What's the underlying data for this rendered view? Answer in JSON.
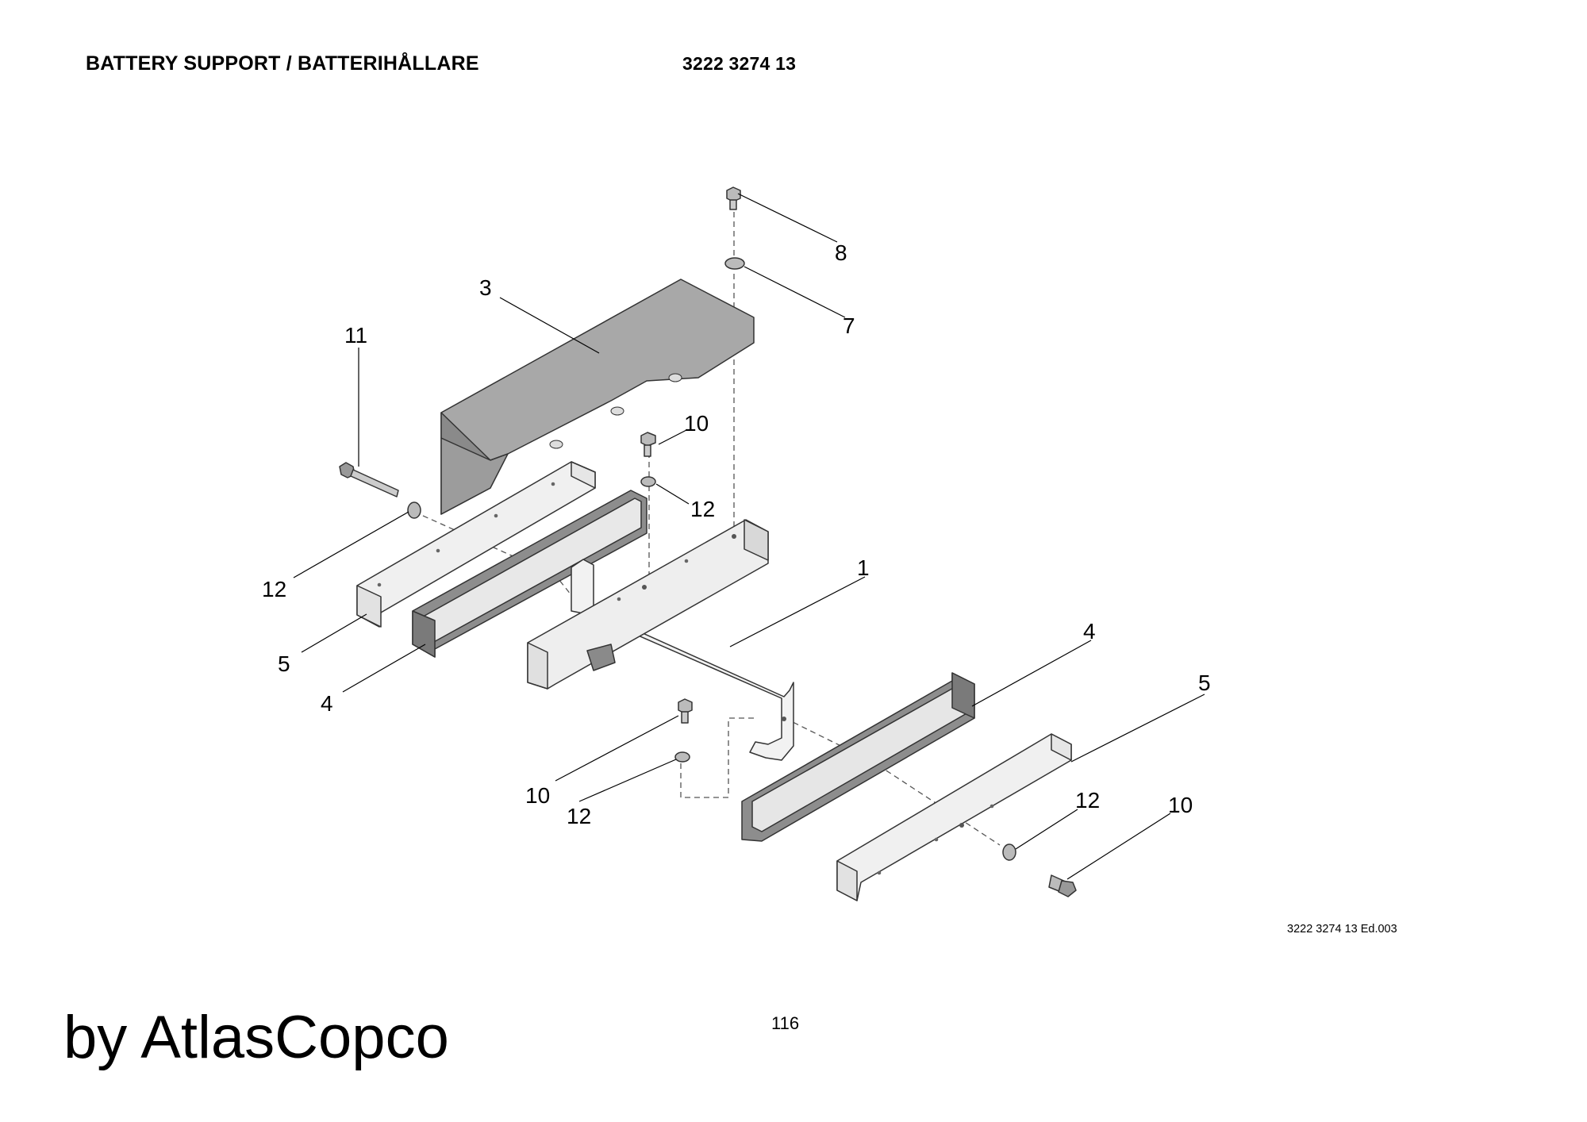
{
  "header": {
    "title": "BATTERY SUPPORT / BATTERIHÅLLARE",
    "part_number": "3222 3274 13"
  },
  "footer": {
    "edition": "3222 3274 13 Ed.003",
    "page_number": "116",
    "brand": "by AtlasCopco"
  },
  "callouts": {
    "c1": "1",
    "c3": "3",
    "c4a": "4",
    "c4b": "4",
    "c5a": "5",
    "c5b": "5",
    "c7": "7",
    "c8": "8",
    "c10a": "10",
    "c10b": "10",
    "c10c": "10",
    "c11": "11",
    "c12a": "12",
    "c12b": "12",
    "c12c": "12",
    "c12d": "12"
  }
}
